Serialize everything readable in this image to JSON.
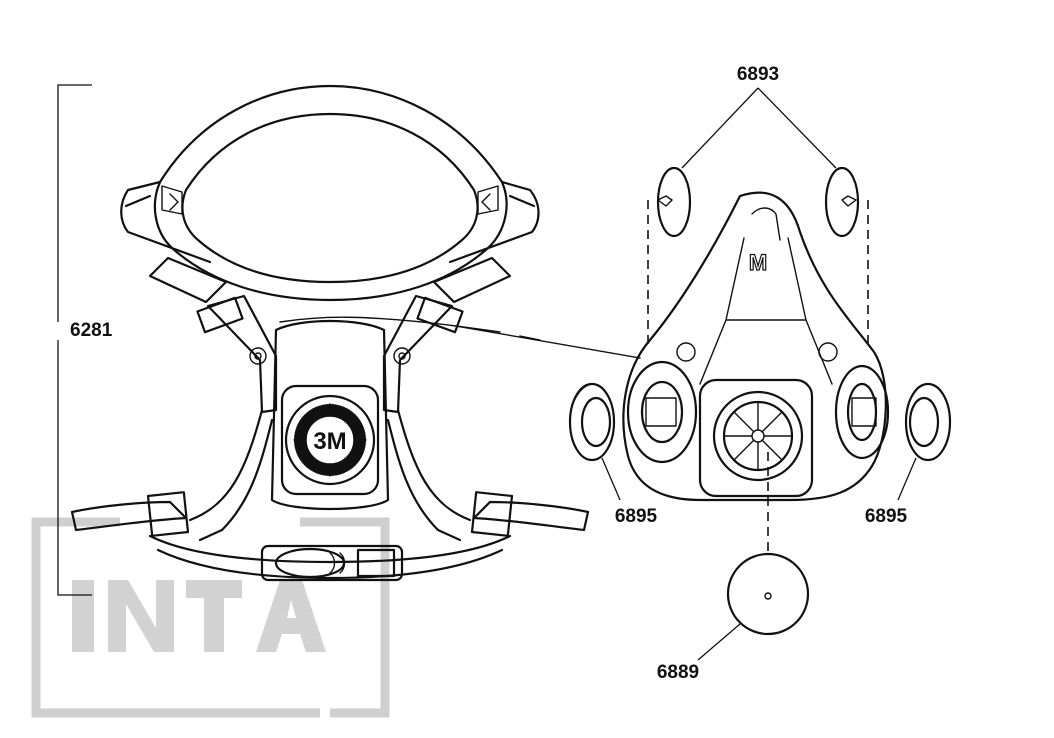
{
  "callouts": {
    "headharness": "6281",
    "inhalation_valves": "6893",
    "gasket_left": "6895",
    "gasket_right": "6895",
    "exhalation_valve": "6889"
  },
  "logos": {
    "respirator_badge": "3M",
    "facepiece_mark": "M",
    "watermark": "INTA"
  },
  "colors": {
    "line": "#111111",
    "watermark": "#cfcfcf",
    "background": "#ffffff"
  }
}
